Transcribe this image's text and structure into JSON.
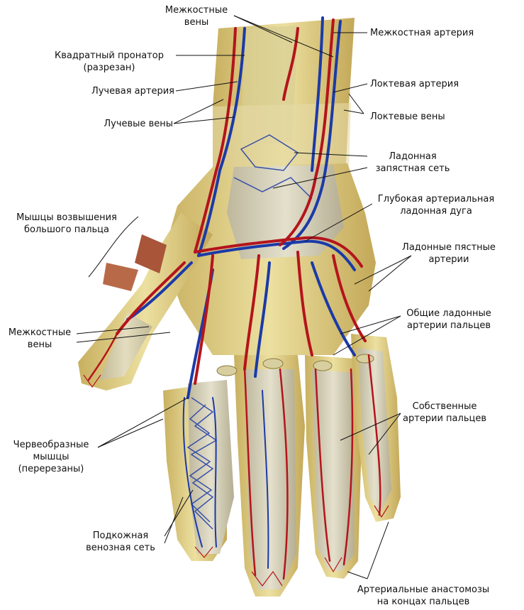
{
  "labels": {
    "intercostal_veins_top": "Межкостные\nвены",
    "interosseous_artery": "Межкостная артерия",
    "pronator_quadratus": "Квадратный пронатор\n(разрезан)",
    "radial_artery": "Лучевая артерия",
    "ulnar_artery": "Локтевая артерия",
    "radial_veins": "Лучевые вены",
    "ulnar_veins": "Локтевые вены",
    "palmar_carpal_network": "Ладонная\nзапястная сеть",
    "deep_palmar_arch": "Глубокая артериальная\nладонная дуга",
    "thenar_muscles": "Мышцы возвышения\nбольшого пальца",
    "palmar_metacarpal_arteries": "Ладонные пястные\nартерии",
    "interosseous_veins": "Межкостные\nвены",
    "common_digital_arteries": "Общие ладонные\nартерии пальцев",
    "lumbrical_muscles": "Червеобразные\nмышцы\n(перерезаны)",
    "proper_digital_arteries": "Собственные\nартерии пальцев",
    "subcutaneous_venous_network": "Подкожная\nвенозная сеть",
    "fingertip_anastomoses": "Артериальные анастомозы\nна концах пальцев"
  },
  "colors": {
    "artery": "#b4141c",
    "vein": "#1b3aa8",
    "bone": "#d8c47a",
    "tendon": "#c9c4ad",
    "muscle": "#a8553a",
    "leader": "#111111"
  }
}
